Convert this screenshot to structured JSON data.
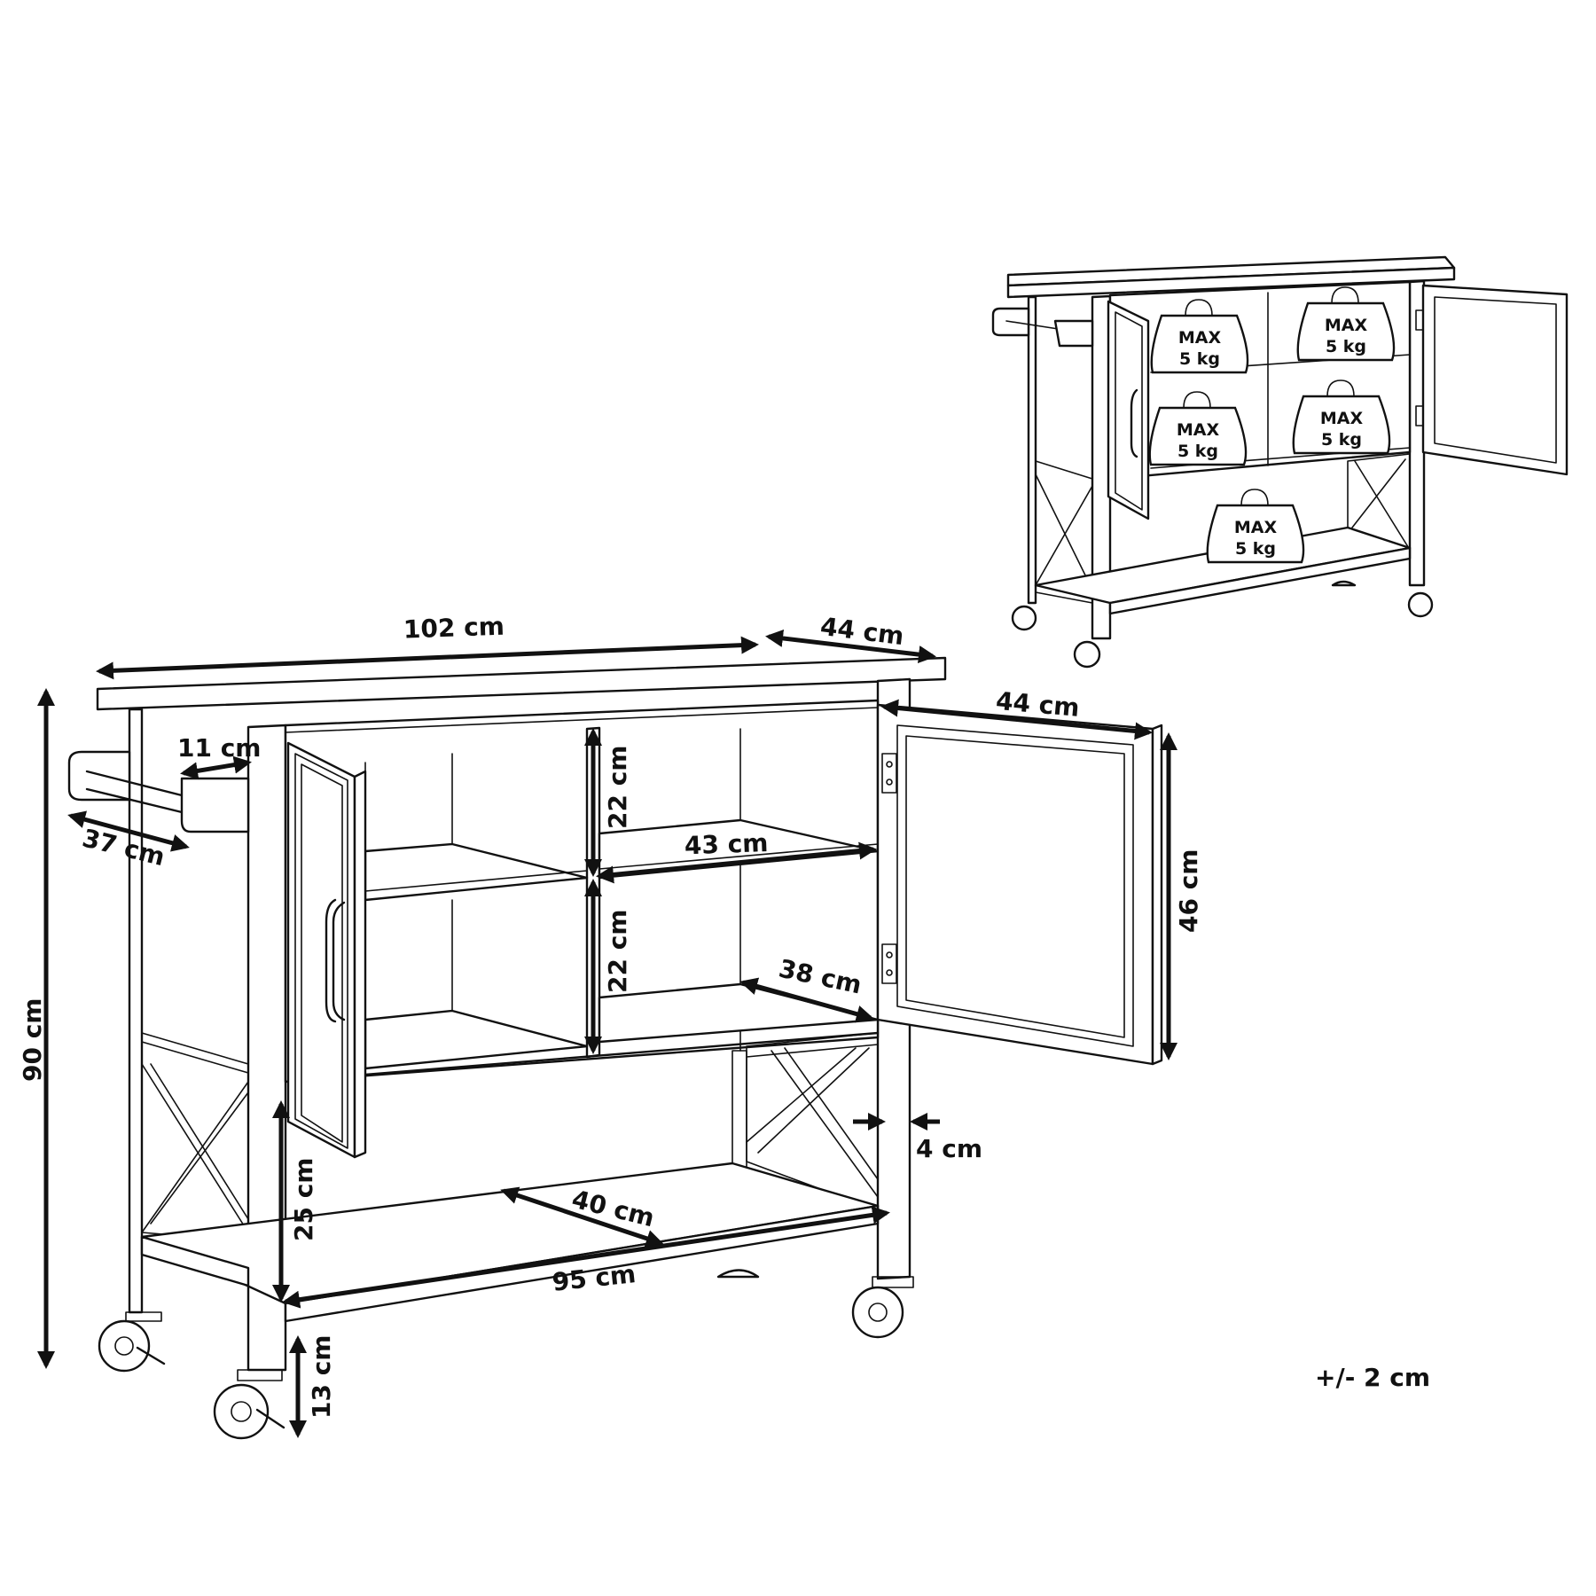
{
  "dimensions": {
    "width_top": "102 cm",
    "depth_top": "44 cm",
    "height_total": "90 cm",
    "rail_offset": "11 cm",
    "rail_length": "37 cm",
    "shelf_upper_height": "22 cm",
    "shelf_lower_height": "22 cm",
    "shelf_width": "43 cm",
    "shelf_depth": "38 cm",
    "door_width": "44 cm",
    "door_height": "46 cm",
    "leg_width": "4 cm",
    "bottom_gap": "25 cm",
    "bottom_shelf_depth": "40 cm",
    "bottom_shelf_width": "95 cm",
    "floor_clearance": "13 cm"
  },
  "tolerance": "+/- 2 cm",
  "load_limits": [
    {
      "line1": "MAX",
      "line2": "5 kg"
    },
    {
      "line1": "MAX",
      "line2": "5 kg"
    },
    {
      "line1": "MAX",
      "line2": "5 kg"
    },
    {
      "line1": "MAX",
      "line2": "5 kg"
    },
    {
      "line1": "MAX",
      "line2": "5 kg"
    }
  ]
}
